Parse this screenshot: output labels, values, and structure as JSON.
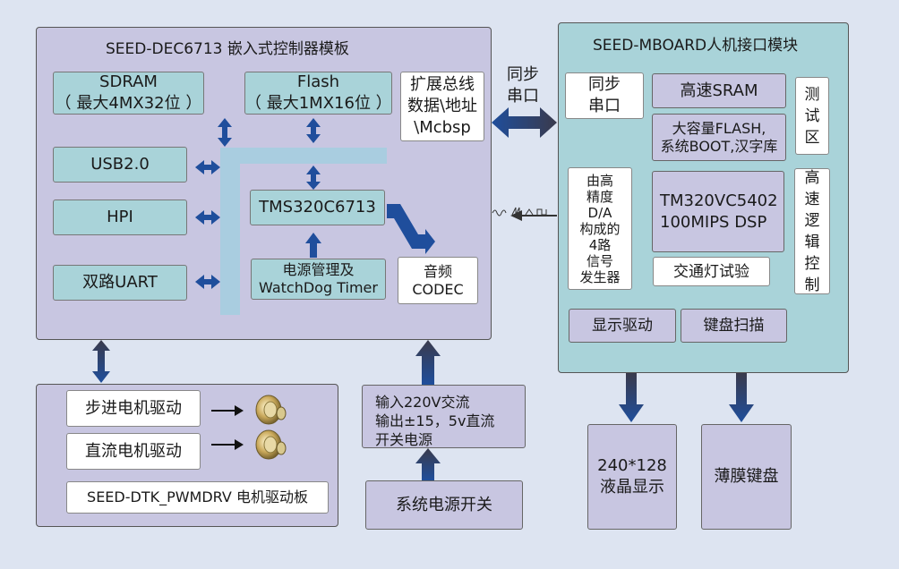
{
  "dec": {
    "title": "SEED-DEC6713 嵌入式控制器模板",
    "sdram": "SDRAM\n（ 最大4MX32位 ）",
    "flash": "Flash\n（ 最大1MX16位 ）",
    "bus": "扩展总线\n数据\\地址\n\\Mcbsp",
    "usb": "USB2.0",
    "hpi": "HPI",
    "uart": "双路UART",
    "cpu": "TMS320C6713",
    "power": "电源管理及\nWatchDog Timer",
    "codec": "音频\nCODEC"
  },
  "link": {
    "serial": "同步\n串口"
  },
  "mboard": {
    "title": "SEED-MBOARD人机接口模块",
    "sync_serial": "同步\n串口",
    "sram": "高速SRAM",
    "flash": "大容量FLASH,\n系统BOOT,汉字库",
    "test": "测\n试\n区",
    "da": "由高\n精度\nD/A\n构成的\n4路\n信号\n发生器",
    "dsp": "TM320VC5402\n100MIPS DSP",
    "logic": "高\n速\n逻\n辑\n控\n制",
    "traffic": "交通灯试验",
    "display": "显示驱动",
    "keyboard": "键盘扫描"
  },
  "dtk": {
    "stepper": "步进电机驱动",
    "dc": "直流电机驱动",
    "board": "SEED-DTK_PWMDRV 电机驱动板"
  },
  "psu": {
    "label": "输入220V交流\n输出±15，5v直流\n开关电源"
  },
  "switch": {
    "label": "系统电源开关"
  },
  "lcd": {
    "label": "240*128\n液晶显示"
  },
  "membrane": {
    "label": "薄膜键盘"
  },
  "colors": {
    "blue_arrow": "#1f4e9c",
    "dark_arrow": "#3c3c4e",
    "bus_bar": "#a9cde0"
  }
}
